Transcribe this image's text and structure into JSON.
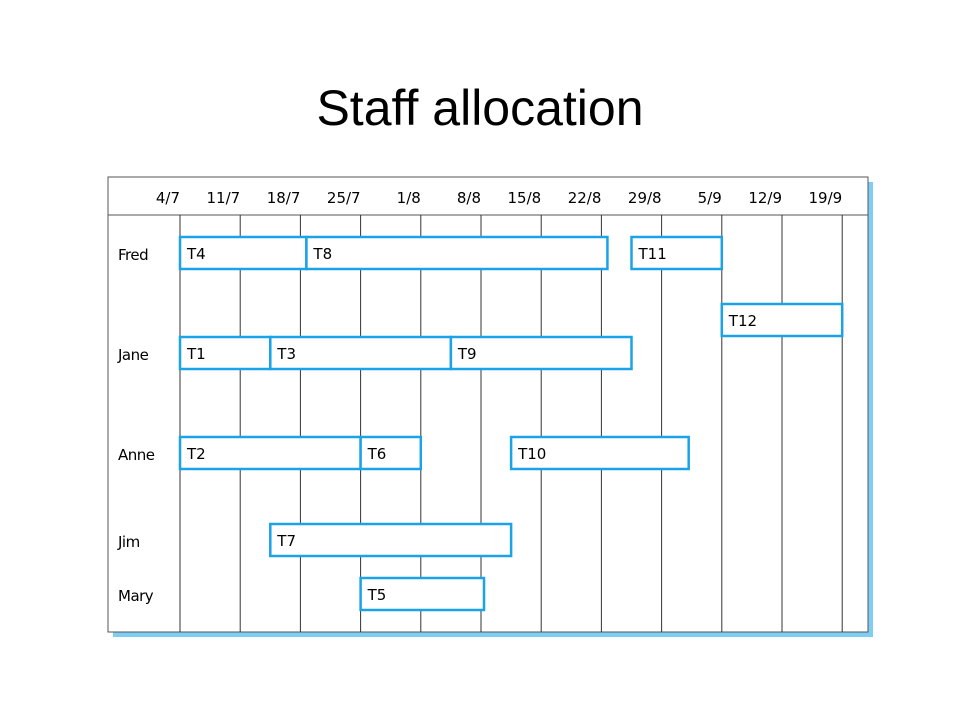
{
  "title": "Staff allocation",
  "chart_data": {
    "type": "gantt",
    "date_ticks": [
      "4/7",
      "11/7",
      "18/7",
      "25/7",
      "1/8",
      "8/8",
      "15/8",
      "22/8",
      "29/8",
      "5/9",
      "12/9",
      "19/9"
    ],
    "staff": [
      "Fred",
      "Jane",
      "Anne",
      "Jim",
      "Mary"
    ],
    "tasks": [
      {
        "staff": "Fred",
        "label": "T4",
        "start_week": 0,
        "end_week": 2.1
      },
      {
        "staff": "Fred",
        "label": "T8",
        "start_week": 2.1,
        "end_week": 7.1
      },
      {
        "staff": "Fred",
        "label": "T11",
        "start_week": 7.5,
        "end_week": 9.0
      },
      {
        "staff": "Fred",
        "label": "T12",
        "start_week": 9.0,
        "end_week": 11.0
      },
      {
        "staff": "Jane",
        "label": "T1",
        "start_week": 0,
        "end_week": 1.5
      },
      {
        "staff": "Jane",
        "label": "T3",
        "start_week": 1.5,
        "end_week": 4.5
      },
      {
        "staff": "Jane",
        "label": "T9",
        "start_week": 4.5,
        "end_week": 7.5
      },
      {
        "staff": "Anne",
        "label": "T2",
        "start_week": 0,
        "end_week": 3.0
      },
      {
        "staff": "Anne",
        "label": "T6",
        "start_week": 3.0,
        "end_week": 4.0
      },
      {
        "staff": "Anne",
        "label": "T10",
        "start_week": 5.5,
        "end_week": 8.45
      },
      {
        "staff": "Jim",
        "label": "T7",
        "start_week": 1.5,
        "end_week": 5.5
      },
      {
        "staff": "Mary",
        "label": "T5",
        "start_week": 3.0,
        "end_week": 5.05
      }
    ],
    "bar_color": "#1aa3e8",
    "shadow_color": "#7ecdf2"
  }
}
